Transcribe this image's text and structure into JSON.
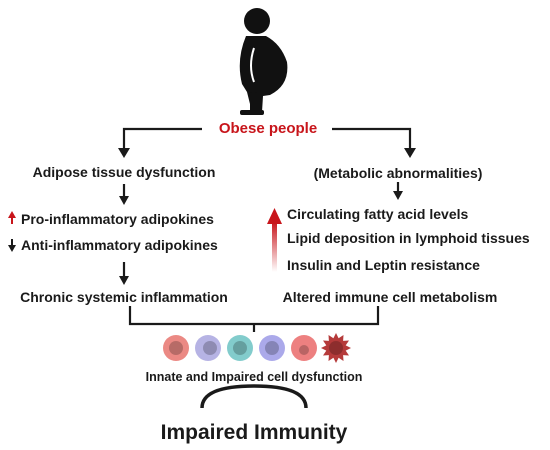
{
  "top": {
    "label": "Obese people",
    "icon": "obese-person-icon"
  },
  "left_branch": {
    "heading": "Adipose tissue dysfunction",
    "up_item": "Pro-inflammatory adipokines",
    "down_item": "Anti-inflammatory adipokines",
    "result": "Chronic systemic inflammation"
  },
  "right_branch": {
    "heading": "(Metabolic abnormalities)",
    "items": [
      "Circulating fatty acid levels",
      "Lipid deposition in lymphoid tissues",
      "Insulin and Leptin resistance"
    ],
    "result": "Altered immune cell metabolism"
  },
  "cells": {
    "caption": "Innate and Impaired cell dysfunction",
    "colors": [
      "#e8746f",
      "#a9a6df",
      "#6cc3c3",
      "#9c9ae6",
      "#ea6a6a",
      "#b53a3a"
    ]
  },
  "bottom": {
    "label": "Impaired Immunity"
  },
  "colors": {
    "accent_red": "#c8151b",
    "line": "#1a1a1a"
  }
}
